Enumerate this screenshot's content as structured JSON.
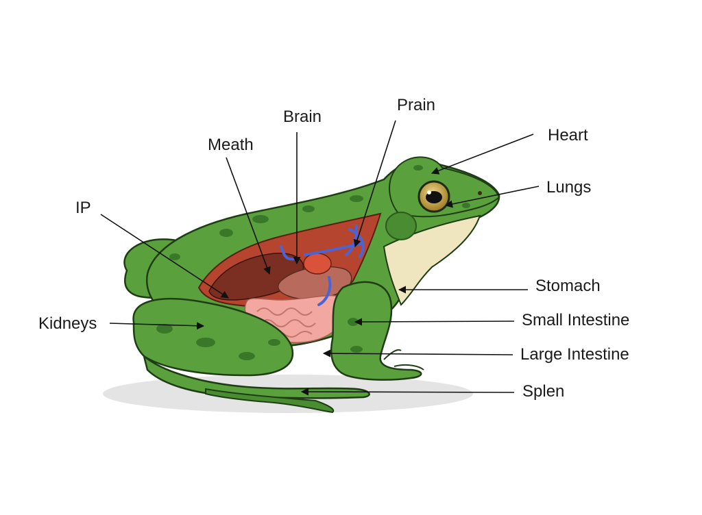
{
  "diagram": {
    "labels": {
      "brain": "Brain",
      "prain": "Prain",
      "heart": "Heart",
      "meath": "Meath",
      "lungs": "Lungs",
      "ip": "IP",
      "kidneys": "Kidneys",
      "stomach": "Stomach",
      "small_intestine": "Small Intestine",
      "large_intestine": "Large Intestine",
      "splen": "Splen"
    },
    "colors": {
      "skin": "#5aa03c",
      "skin_dark": "#3f7d2b",
      "spots": "#2f6b22",
      "belly": "#efe6c0",
      "cavity": "#b5452e",
      "liver": "#7a2f22",
      "stomach": "#b86a5c",
      "intestine": "#f2a8a0",
      "vessels": "#4a64d6",
      "eye_iris": "#c8a83a"
    }
  }
}
